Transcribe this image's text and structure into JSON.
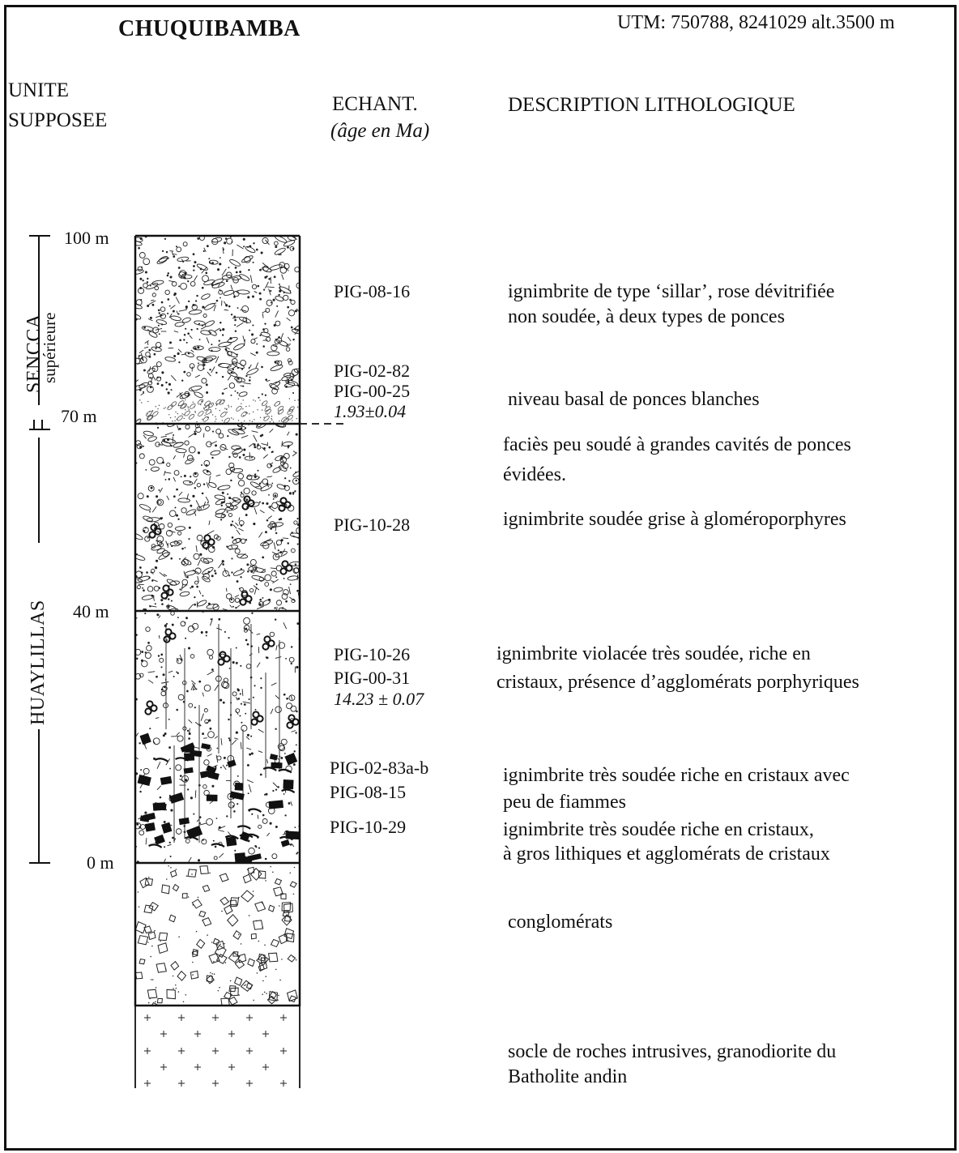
{
  "title": "CHUQUIBAMBA",
  "utm": "UTM: 750788, 8241029 alt.3500 m",
  "headers": {
    "unit_line1": "UNITE",
    "unit_line2": "SUPPOSEE",
    "sample_line1": "ECHANT.",
    "sample_line2": "(âge en Ma)",
    "description": "DESCRIPTION LITHOLOGIQUE"
  },
  "depth_marks": [
    "100 m",
    "70 m",
    "40 m",
    "0 m"
  ],
  "units": {
    "upper_line1": "SENCCA",
    "upper_line2": "supérieure",
    "lower": "HUAYLILLAS"
  },
  "samples": {
    "s1": "PIG-08-16",
    "s2": "PIG-02-82",
    "s3": "PIG-00-25",
    "age1": "1.93±0.04",
    "s4": "PIG-10-28",
    "s5": "PIG-10-26",
    "s6": "PIG-00-31",
    "age2": "14.23 ± 0.07",
    "s7": "PIG-02-83a-b",
    "s8": "PIG-08-15",
    "s9": "PIG-10-29"
  },
  "descriptions": {
    "d1a": "ignimbrite de type ‘sillar’, rose dévitrifiée",
    "d1b": "non soudée, à deux types de ponces",
    "d2": "niveau basal de ponces blanches",
    "d3a": "faciès peu soudé à grandes cavités de ponces",
    "d3b": "évidées.",
    "d4": "ignimbrite soudée grise à gloméroporphyres",
    "d5a": "ignimbrite violacée très soudée, riche en",
    "d5b": "cristaux, présence d’agglomérats porphyriques",
    "d6a": "ignimbrite très soudée riche en cristaux avec",
    "d6b": "peu de fiammes",
    "d7a": "ignimbrite très soudée riche en cristaux,",
    "d7b": "à gros lithiques et agglomérats de cristaux",
    "d8": "conglomérats",
    "d9a": "socle de roches intrusives, granodiorite du",
    "d9b": "Batholite andin"
  },
  "colors": {
    "ink": "#111111",
    "background": "#ffffff"
  }
}
